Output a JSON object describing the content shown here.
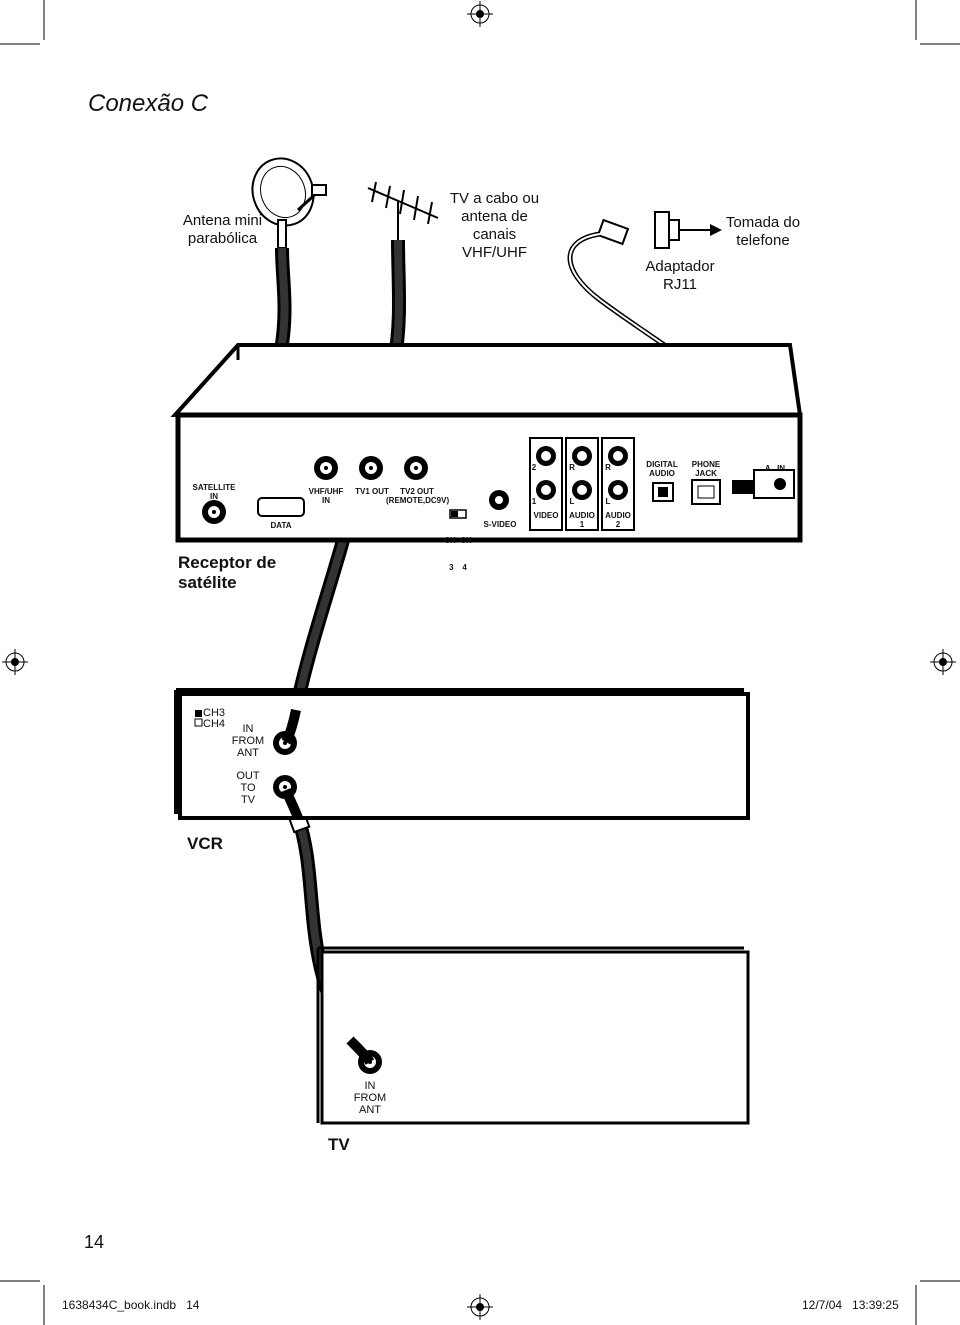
{
  "title": "Conexão C",
  "top_labels": {
    "dish": [
      "Antena mini",
      "parabólica"
    ],
    "antenna": [
      "TV a cabo ou",
      "antena de",
      "canais",
      "VHF/UHF"
    ],
    "adapter": [
      "Adaptador",
      "RJ11"
    ],
    "wall_jack": [
      "Tomada do",
      "telefone"
    ]
  },
  "receiver": {
    "name_lines": [
      "Receptor de",
      "satélite"
    ],
    "ports": {
      "satellite_in": "SATELLITE IN",
      "data": "DATA",
      "vhf_uhf_in": [
        "VHF/UHF",
        "IN"
      ],
      "tv1_out": "TV1 OUT",
      "tv2_out": [
        "TV2 OUT",
        "(REMOTE,DC9V)"
      ],
      "ch": [
        "CH  CH",
        "3    4"
      ],
      "s_video": "S-VIDEO",
      "video": "VIDEO",
      "video_nums": [
        "2",
        "1"
      ],
      "audio1": [
        "AUDIO",
        "1"
      ],
      "audio2": [
        "AUDIO",
        "2"
      ],
      "r": "R",
      "l": "L",
      "digital_audio": [
        "DIGITAL",
        "AUDIO"
      ],
      "phone_jack": [
        "PHONE",
        "JACK"
      ],
      "ac_in": "A   IN"
    }
  },
  "vcr": {
    "name": "VCR",
    "ch3": "CH3",
    "ch4": "CH4",
    "in_from_ant": [
      "IN",
      "FROM",
      "ANT"
    ],
    "out_to_tv": [
      "OUT",
      "TO",
      "TV"
    ]
  },
  "tv": {
    "name": "TV",
    "in_from_ant": [
      "IN",
      "FROM",
      "ANT"
    ]
  },
  "page_number": "14",
  "footer": {
    "file": "1638434C_book.indb   14",
    "timestamp": "12/7/04   13:39:25"
  }
}
